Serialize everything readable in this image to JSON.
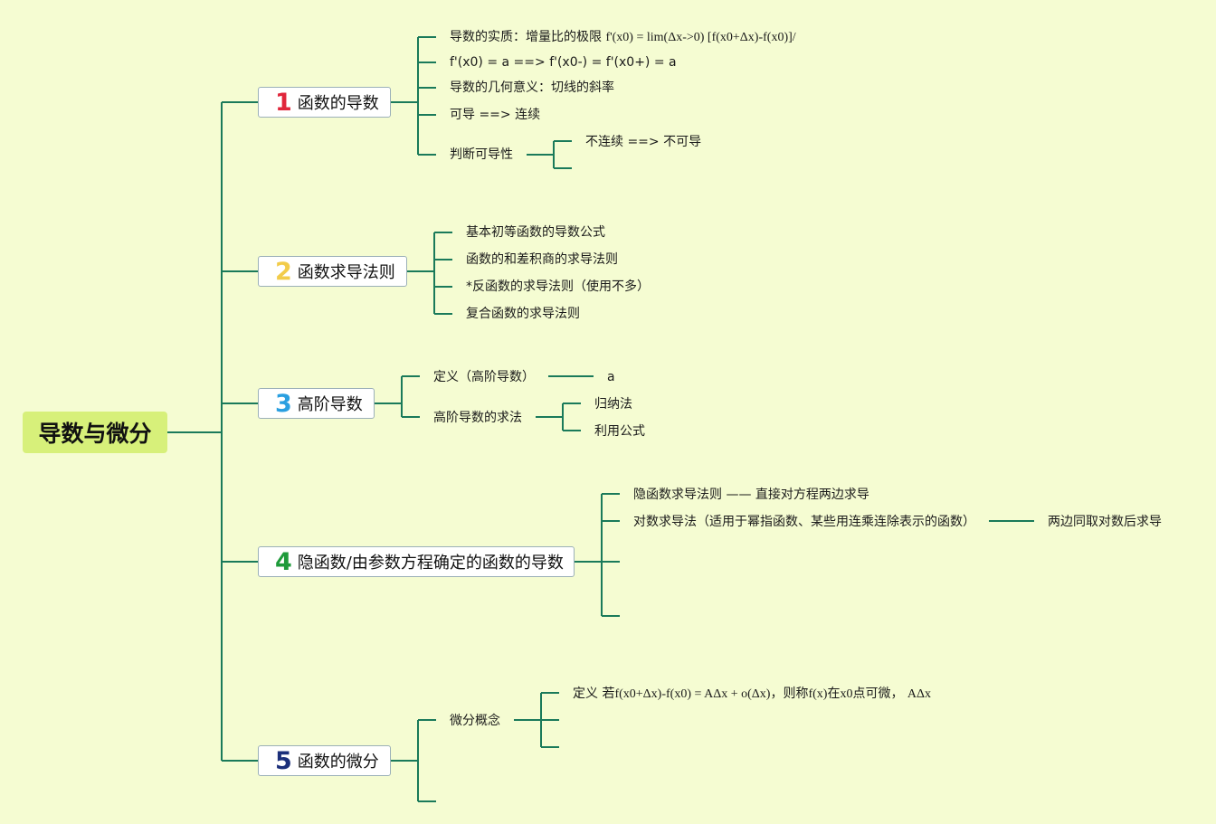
{
  "root": {
    "title": "导数与微分"
  },
  "branches": [
    {
      "num": "1",
      "num_color": "#e0263b",
      "label": "函数的导数",
      "items": {
        "essence_prefix": "导数的实质：增量比的极限 ",
        "essence_formula": "f'(x0) = lim(Δx->0) [f(x0+Δx)-f(x0)]/",
        "one_sided": "f'(x0) = a ==> f'(x0-) = f'(x0+) = a",
        "geometric": "导数的几何意义：切线的斜率",
        "diff_cont": "可导 ==> 连续",
        "judge": "判断可导性",
        "judge_child": "不连续 ==> 不可导"
      }
    },
    {
      "num": "2",
      "num_color": "#f2cc4a",
      "label": "函数求导法则",
      "items": [
        "基本初等函数的导数公式",
        "函数的和差积商的求导法则",
        "*反函数的求导法则（使用不多）",
        "复合函数的求导法则"
      ]
    },
    {
      "num": "3",
      "num_color": "#2a9fe0",
      "label": "高阶导数",
      "items": {
        "definition": "定义（高阶导数）",
        "definition_child": "a",
        "methods": "高阶导数的求法",
        "methods_children": [
          "归纳法",
          "利用公式"
        ]
      }
    },
    {
      "num": "4",
      "num_color": "#1e9a3a",
      "label": "隐函数/由参数方程确定的函数的导数",
      "items": {
        "implicit_rule": "隐函数求导法则 —— 直接对方程两边求导",
        "log_method": "对数求导法（适用于幂指函数、某些用连乘连除表示的函数）",
        "log_method_child": "两边同取对数后求导"
      }
    },
    {
      "num": "5",
      "num_color": "#1b2f7a",
      "label": "函数的微分",
      "items": {
        "concept": "微分概念",
        "definition_prefix": "定义 若",
        "definition_formula": "f(x0+Δx)-f(x0) = AΔx + o(Δx)",
        "definition_mid": "，则称",
        "definition_fx": "f(x)",
        "definition_mid2": "在",
        "definition_x0": "x0",
        "definition_tail": "点可微， ",
        "definition_adx": "AΔx"
      }
    }
  ],
  "colors": {
    "background": "#f5fcd2",
    "line": "#1a7a5a",
    "root_fill": "#d7f07a",
    "box_border": "#9bb0b8"
  }
}
